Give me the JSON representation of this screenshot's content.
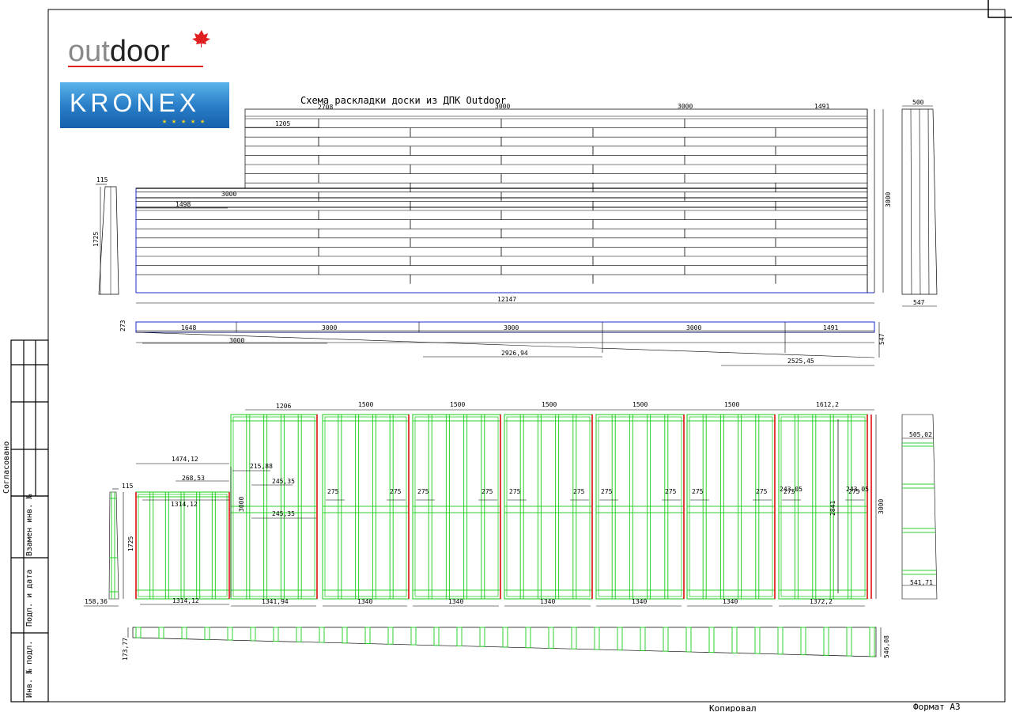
{
  "logo": {
    "brand_light": "out",
    "brand_dark": "door",
    "kronex": "KRONEX",
    "stars": "★ ★ ★ ★ ★"
  },
  "title": "Схема раскладки доски из ДПК Outdoor",
  "stamp": {
    "copied": "Копировал",
    "format": "Формат А3"
  },
  "side_table": {
    "agreed": "Согласовано",
    "replace": "Взамен инв. №",
    "sign": "Подп. и дата",
    "inv": "Инв. № подл."
  },
  "colors": {
    "line": "#000000",
    "blue": "#1b2bd0",
    "green": "#2bd12b",
    "red": "#e01010",
    "kronex_top": "#4aa3df",
    "kronex_bottom": "#1466b0",
    "leaf": "#e02020"
  },
  "dims": {
    "top": {
      "d2708": "2708",
      "d1205": "1205",
      "d3000a": "3000",
      "d3000b": "3000",
      "d1491": "1491",
      "d3000l": "3000",
      "d1498": "1498",
      "d12147": "12147",
      "d3000r": "3000",
      "d500": "500",
      "d547": "547",
      "d115": "115",
      "d1725": "1725"
    },
    "strip": {
      "d273": "273",
      "d1648": "1648",
      "d3000a": "3000",
      "d3000b": "3000",
      "d3000c": "3000",
      "d1491": "1491",
      "d3000": "3000",
      "d2926": "2926,94",
      "d2525": "2525,45",
      "d547": "547"
    },
    "frame": {
      "d1206": "1206",
      "d1500a": "1500",
      "d1500b": "1500",
      "d1500c": "1500",
      "d1500d": "1500",
      "d1500e": "1500",
      "d1612": "1612,2",
      "d1474": "1474,12",
      "d268": "268,53",
      "d1314t": "1314,12",
      "d215": "215,88",
      "d245a": "245,35",
      "d245b": "245,35",
      "d3000m": "3000",
      "d115": "115",
      "d1725": "1725",
      "d158": "158,36",
      "d1314b": "1314,12",
      "d1341": "1341,94",
      "d1340a": "1340",
      "d1340b": "1340",
      "d1340c": "1340",
      "d1340d": "1340",
      "d1340e": "1340",
      "d1372": "1372,2",
      "d275": "275",
      "d243": "243,05",
      "d2841": "2841",
      "d3000r": "3000",
      "d505": "505,02",
      "d541": "541,71",
      "d173": "173,77",
      "d546": "546,08"
    }
  }
}
